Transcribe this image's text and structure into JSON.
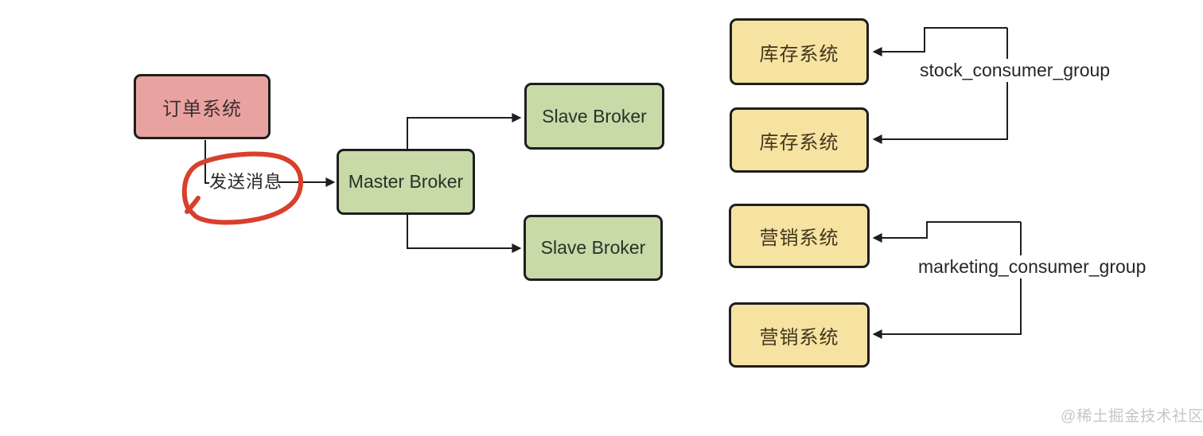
{
  "diagram": {
    "description": "Message queue architecture: order system sends message to master broker replicated to slave brokers; consumer groups fan out to stock and marketing systems",
    "nodes": [
      {
        "id": "order-system",
        "label": "订单系统",
        "color_role": "pink"
      },
      {
        "id": "master-broker",
        "label": "Master Broker",
        "color_role": "green"
      },
      {
        "id": "slave-broker-top",
        "label": "Slave Broker",
        "color_role": "green"
      },
      {
        "id": "slave-broker-bottom",
        "label": "Slave Broker",
        "color_role": "green"
      },
      {
        "id": "stock-system-1",
        "label": "库存系统",
        "color_role": "yellow"
      },
      {
        "id": "stock-system-2",
        "label": "库存系统",
        "color_role": "yellow"
      },
      {
        "id": "marketing-system-1",
        "label": "营销系统",
        "color_role": "yellow"
      },
      {
        "id": "marketing-system-2",
        "label": "营销系统",
        "color_role": "yellow"
      }
    ],
    "labels": {
      "send_message": "发送消息",
      "stock_consumer_group": "stock_consumer_group",
      "marketing_consumer_group": "marketing_consumer_group"
    },
    "edges": [
      {
        "from": "订单系统",
        "to": "Master Broker",
        "label": "发送消息"
      },
      {
        "from": "Master Broker",
        "to": "Slave Broker (top)"
      },
      {
        "from": "Master Broker",
        "to": "Slave Broker (bottom)"
      },
      {
        "from": "stock_consumer_group",
        "to": "库存系统 #1"
      },
      {
        "from": "stock_consumer_group",
        "to": "库存系统 #2"
      },
      {
        "from": "marketing_consumer_group",
        "to": "营销系统 #1"
      },
      {
        "from": "marketing_consumer_group",
        "to": "营销系统 #2"
      }
    ],
    "annotation": {
      "type": "hand-drawn-circle",
      "around": "发送消息",
      "color": "#d8402c"
    },
    "colors": {
      "background": "#ffffff",
      "box_border": "#1e1e1e",
      "pink_fill": "#e8a3a0",
      "green_fill": "#c7daa8",
      "yellow_fill": "#f6e3a1",
      "connector": "#1e1e1e",
      "annotation_red": "#d8402c",
      "watermark_gray": "#c6c6c6"
    },
    "watermark": "@稀土掘金技术社区"
  }
}
